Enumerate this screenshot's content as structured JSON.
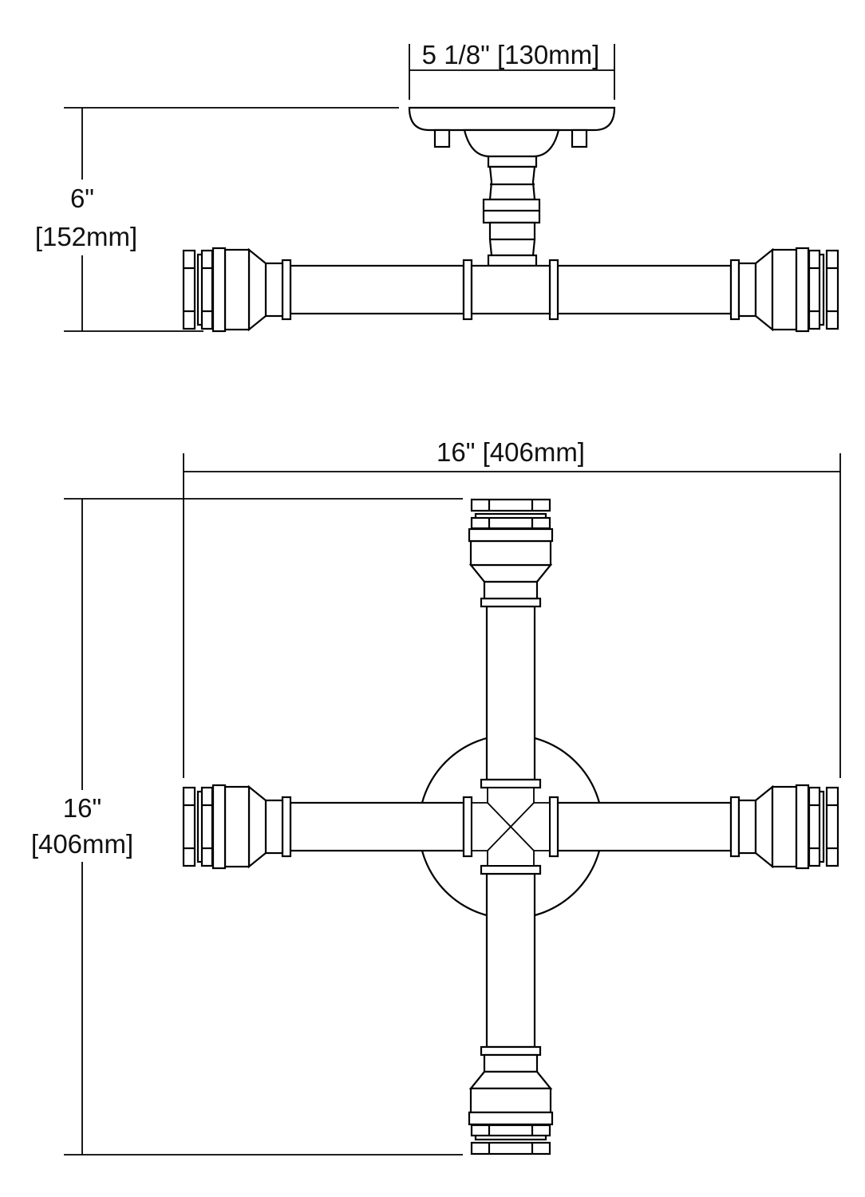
{
  "top_view": {
    "width_label": "5 1/8\" [130mm]",
    "height_label_in": "6\"",
    "height_label_mm": "[152mm]"
  },
  "bottom_view": {
    "width_label": "16\" [406mm]",
    "height_label_in": "16\"",
    "height_label_mm": "[406mm]"
  },
  "colors": {
    "line": "#000000",
    "background": "#ffffff"
  }
}
